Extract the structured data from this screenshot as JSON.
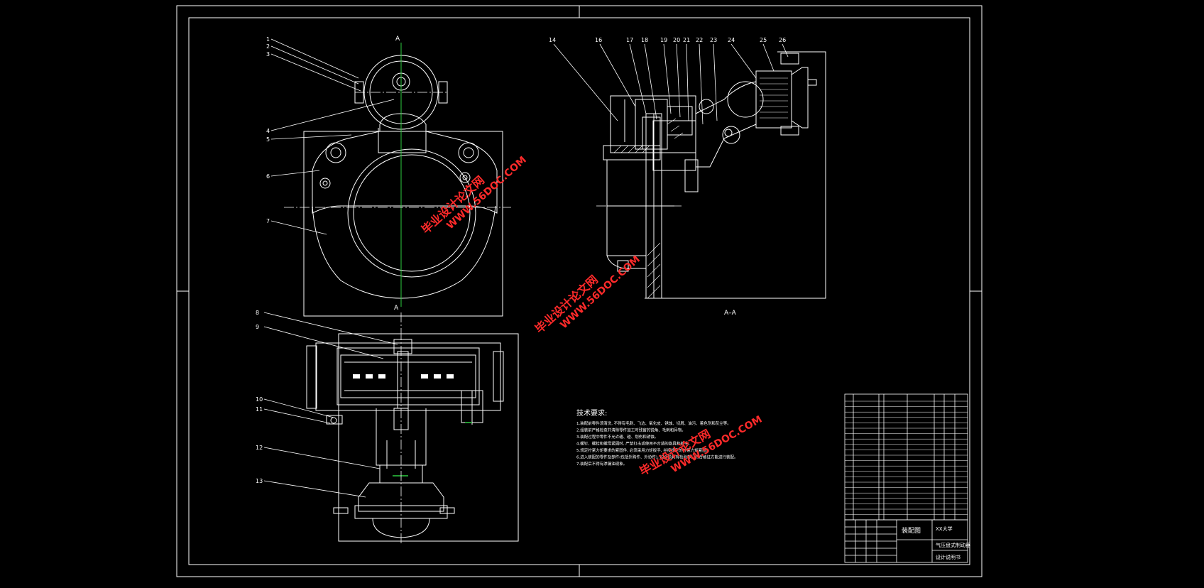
{
  "drawing": {
    "section_label": "A–A",
    "section_mark_top": "A",
    "section_mark_bottom": "A",
    "balloons_front": [
      "1",
      "2",
      "3",
      "4",
      "5",
      "6",
      "7"
    ],
    "balloons_bottom": [
      "8",
      "9",
      "10",
      "11",
      "12",
      "13"
    ],
    "balloons_section": [
      "14",
      "16",
      "17",
      "18",
      "19",
      "20",
      "21",
      "22",
      "23",
      "24",
      "25",
      "26"
    ],
    "tech_title": "技术要求:",
    "tech_lines": [
      "1.装配前零件须清洗, 不得有毛刺、飞边、氧化皮、锈蚀、切屑、油污、着色剂和灰尘等。",
      "2.组装前严格检查并清除零件加工时残留的锐角、毛刺和异物。",
      "3.装配过程中零件不允许磕、碰、划伤和锈蚀。",
      "4.螺钉、螺栓和螺母紧固时, 严禁打击或使用不合适的旋具和扳手。",
      "5.规定拧紧力矩要求的紧固件, 必须采用力矩扳手, 并按规定的拧紧力矩紧固。",
      "6.进入装配的零件及部件(包括外购件、外协件), 均必须具有检验部门的合格证方能进行装配。",
      "7.装配后不得有渗漏油现象。"
    ],
    "title_block": {
      "drawing_name": "装配图",
      "school": "XX大学",
      "title_sub": "气压盘式制动器",
      "code": "设计说明书"
    },
    "watermarks": [
      "毕业设计论文网",
      "WWW.56DOC.COM"
    ]
  }
}
